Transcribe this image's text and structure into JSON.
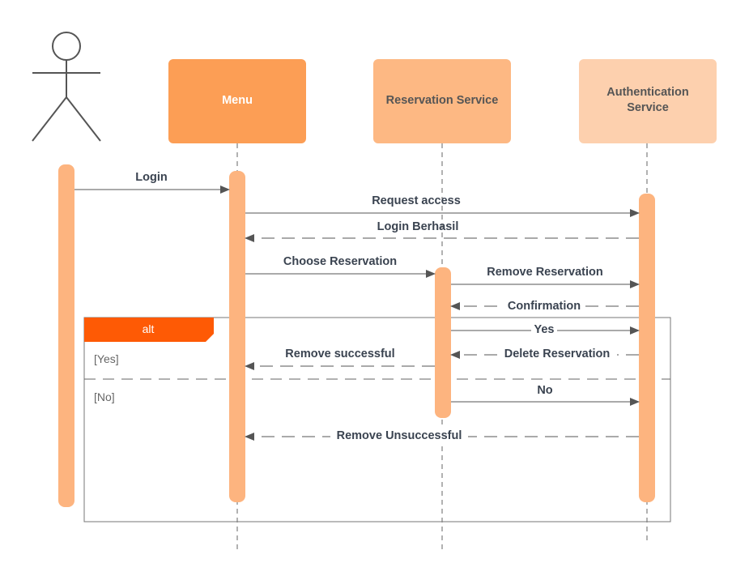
{
  "participants": {
    "menu": {
      "label": "Menu",
      "fill": "#fc9e55",
      "text_color": "#ffffff"
    },
    "reservation": {
      "label": "Reservation Service",
      "fill": "#fdb883",
      "text_color": "#555555"
    },
    "authentication": {
      "label_line1": "Authentication",
      "label_line2": "Service",
      "fill": "#fdd0ae",
      "text_color": "#555555"
    }
  },
  "messages": {
    "login": "Login",
    "request_access": "Request access",
    "login_berhasil": "Login Berhasil",
    "choose_reservation": "Choose Reservation",
    "remove_reservation": "Remove Reservation",
    "confirmation": "Confirmation",
    "yes": "Yes",
    "delete_reservation": "Delete Reservation",
    "remove_successful": "Remove successful",
    "no": "No",
    "remove_unsuccessful": "Remove Unsuccessful"
  },
  "fragment": {
    "operator": "alt",
    "guard_yes": "[Yes]",
    "guard_no": "[No]",
    "operator_fill": "#fe5a05"
  },
  "colors": {
    "activation": "#fdb47f",
    "line": "#555555"
  }
}
